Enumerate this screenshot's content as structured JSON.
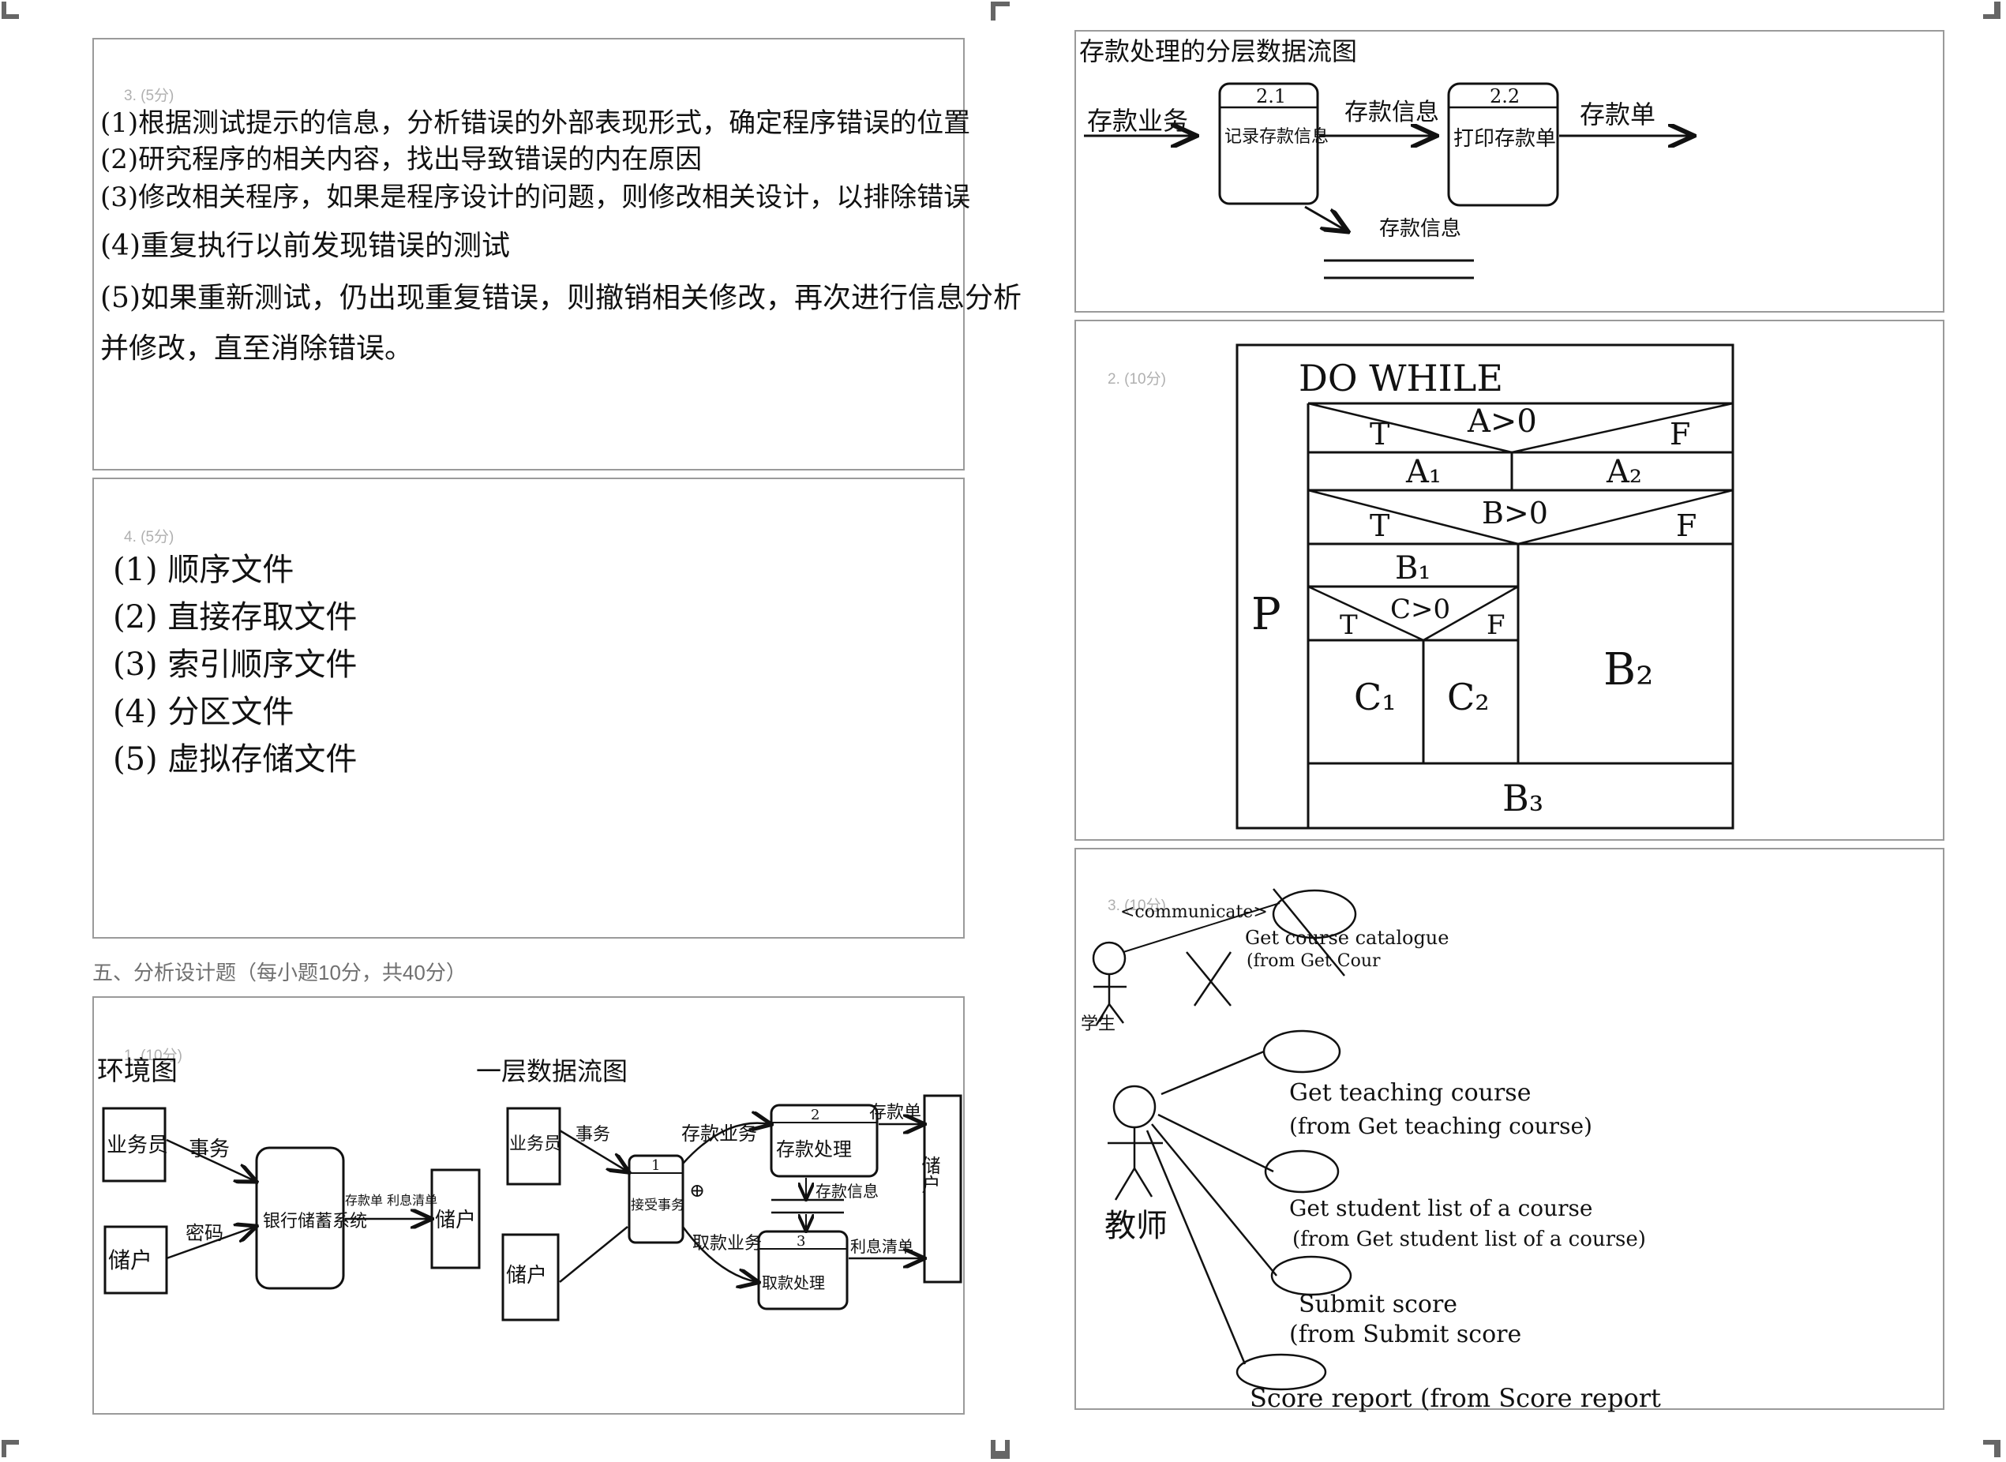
{
  "q3_left": {
    "label": "3. (5分)",
    "lines": [
      "(1)根据测试提示的信息，分析错误的外部表现形式，确定程序错误的位置",
      "(2)研究程序的相关内容，找出导致错误的内在原因",
      "(3)修改相关程序，如果是程序设计的问题，则修改相关设计，以排除错误",
      "(4)重复执行以前发现错误的测试",
      "(5)如果重新测试，仍出现重复错误，则撤销相关修改，再次进行信息分析",
      "并修改，直至消除错误。"
    ]
  },
  "q4_left": {
    "label": "4. (5分)",
    "lines": [
      "(1) 顺序文件",
      "(2) 直接存取文件",
      "(3) 索引顺序文件",
      "(4) 分区文件",
      "(5) 虚拟存储文件"
    ]
  },
  "section5": {
    "title": "五、分析设计题（每小题10分，共40分）"
  },
  "q1": {
    "label": "1. (10分)",
    "context_title": "环境图",
    "context": {
      "clerk": "业务员",
      "depositor": "储户",
      "system": "银行储蓄系统",
      "in1": "事务",
      "in2": "密码",
      "out": "存款单 利息清单",
      "sink": "储户"
    },
    "level1_title": "一层数据流图",
    "level1": {
      "src1": "业务员",
      "src2": "储户",
      "p1_num": "1",
      "p1": "接受事务",
      "f1": "事务",
      "f2": "存款业务",
      "f3": "取款业务",
      "p2_num": "2",
      "p2": "存款处理",
      "p3_num": "3",
      "p3": "取款处理",
      "store": "存款信息",
      "out1": "存款单",
      "out2": "利息清单",
      "sink": "储户",
      "plus": "⊕"
    }
  },
  "q1_right": {
    "title": "存款处理的分层数据流图",
    "in_flow": "存款业务",
    "p1_num": "2.1",
    "p1": "记录存款信息",
    "mid_flow": "存款信息",
    "p2_num": "2.2",
    "p2": "打印存款单",
    "out_flow": "存款单",
    "store": "存款信息"
  },
  "q2": {
    "label": "2. (10分)",
    "do_while": "DO    WHILE",
    "p": "P",
    "cond_a": "A>0",
    "a1": "A₁",
    "a2": "A₂",
    "cond_b": "B>0",
    "b1": "B₁",
    "b2": "B₂",
    "cond_c": "C>0",
    "c1": "C₁",
    "c2": "C₂",
    "b3": "B₃",
    "t": "T",
    "f": "F"
  },
  "q3_right": {
    "label": "3. (10分)",
    "communicate": "<communicate>",
    "student_cases": [
      "Get course catalogue",
      "(from Get Cour"
    ],
    "student": "学生",
    "teacher": "教师",
    "uc1": "Get teaching course",
    "uc1b": "(from Get teaching course)",
    "uc2": "Get student list of a course",
    "uc2b": "(from Get student list of a course)",
    "uc3": "Submit score",
    "uc3b": "(from Submit score",
    "uc4": "Score report (from Score report"
  }
}
